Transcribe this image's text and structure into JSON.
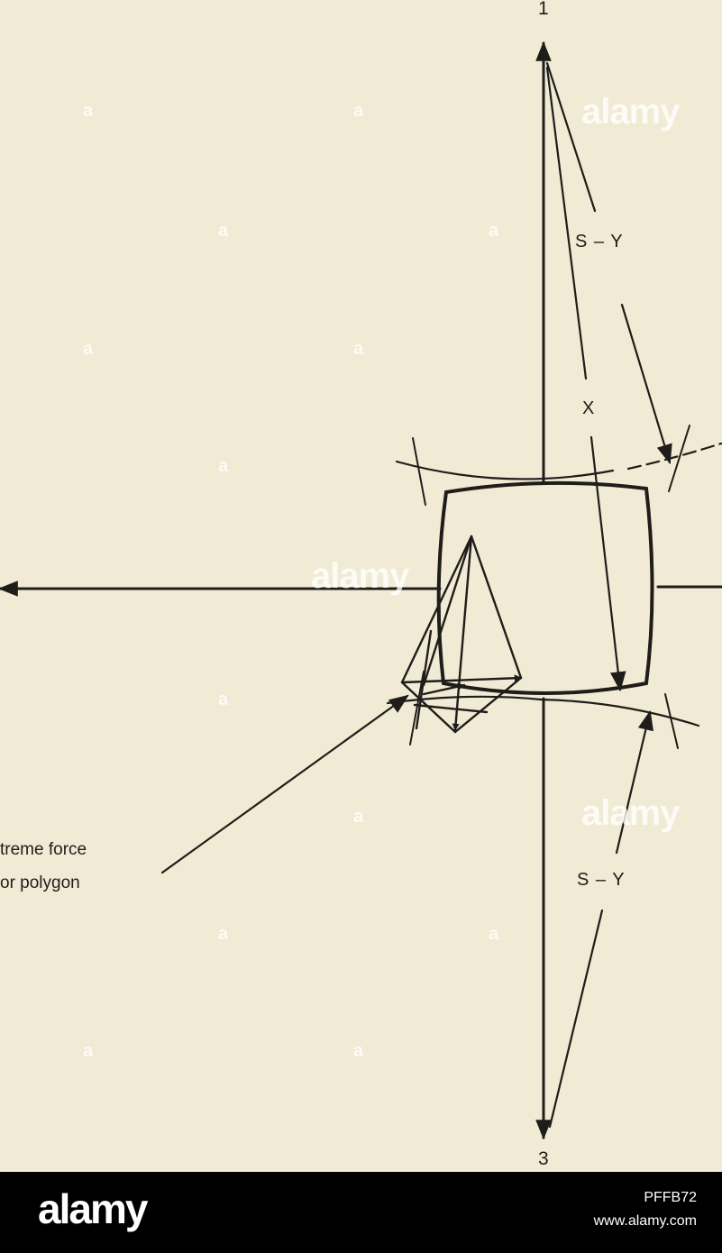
{
  "diagram": {
    "axis_labels": {
      "top": "1",
      "bottom": "3"
    },
    "labels": {
      "sy_upper": "S – Y",
      "x": "X",
      "sy_lower": "S – Y",
      "caption_line1": "treme force",
      "caption_line2": "or polygon"
    },
    "colors": {
      "paper": "#f1ead4",
      "ink": "#1f1d1a"
    }
  },
  "watermark": {
    "text": "alamy"
  },
  "footer": {
    "logo": "alamy",
    "image_id": "PFFB72",
    "url": "www.alamy.com"
  }
}
